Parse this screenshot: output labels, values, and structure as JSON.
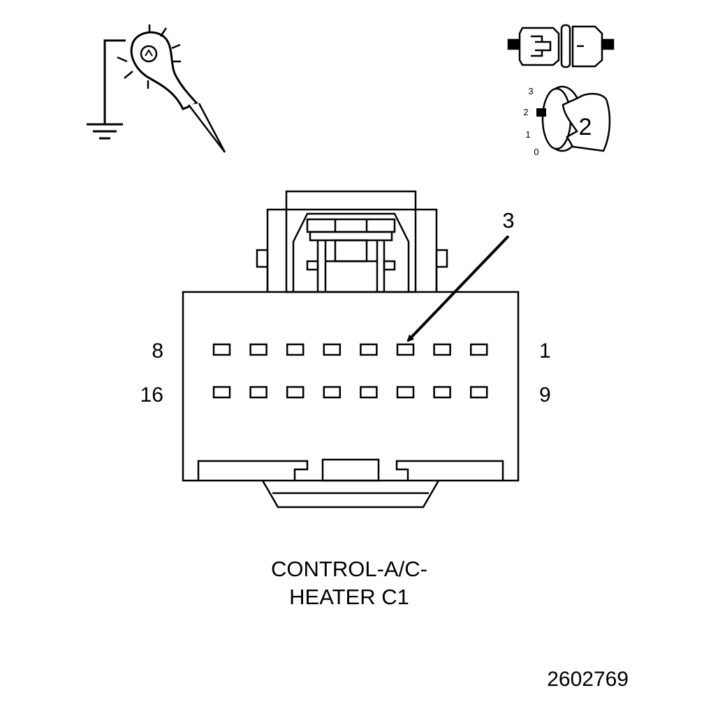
{
  "connector": {
    "name_line1": "CONTROL-A/C-",
    "name_line2": "HEATER C1",
    "row1_left_pin": "8",
    "row1_right_pin": "1",
    "row2_left_pin": "16",
    "row2_right_pin": "9",
    "callout_number": "3",
    "pins_per_row": 8,
    "rows": 2
  },
  "ignition": {
    "positions": [
      "3",
      "2",
      "1",
      "0"
    ],
    "key_label": "2"
  },
  "figure_id": "2602769",
  "icons": [
    "test-light-icon",
    "ground-icon",
    "disconnected-connector-icon",
    "ignition-switch-icon"
  ]
}
